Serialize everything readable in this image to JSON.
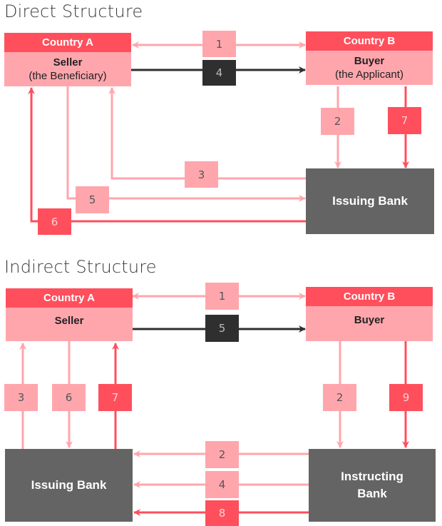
{
  "colors": {
    "red": "#ff4f5c",
    "pink": "#ffa6ad",
    "dark": "#2f2f2f",
    "bank": "#646464"
  },
  "direct": {
    "title": "Direct Structure",
    "country_a": {
      "header": "Country A",
      "role": "Seller",
      "subrole": "(the Beneficiary)"
    },
    "country_b": {
      "header": "Country B",
      "role": "Buyer",
      "subrole": "(the Applicant)"
    },
    "issuing_bank": "Issuing Bank",
    "steps": {
      "s1": "1",
      "s2": "2",
      "s3": "3",
      "s4": "4",
      "s5": "5",
      "s6": "6",
      "s7": "7"
    }
  },
  "indirect": {
    "title": "Indirect Structure",
    "country_a": {
      "header": "Country A",
      "role": "Seller"
    },
    "country_b": {
      "header": "Country B",
      "role": "Buyer"
    },
    "issuing_bank": "Issuing Bank",
    "instructing_bank": "Instructing Bank",
    "steps": {
      "s1": "1",
      "s2a": "2",
      "s2b": "2",
      "s3": "3",
      "s4": "4",
      "s5": "5",
      "s6": "6",
      "s7": "7",
      "s8": "8",
      "s9": "9"
    }
  }
}
